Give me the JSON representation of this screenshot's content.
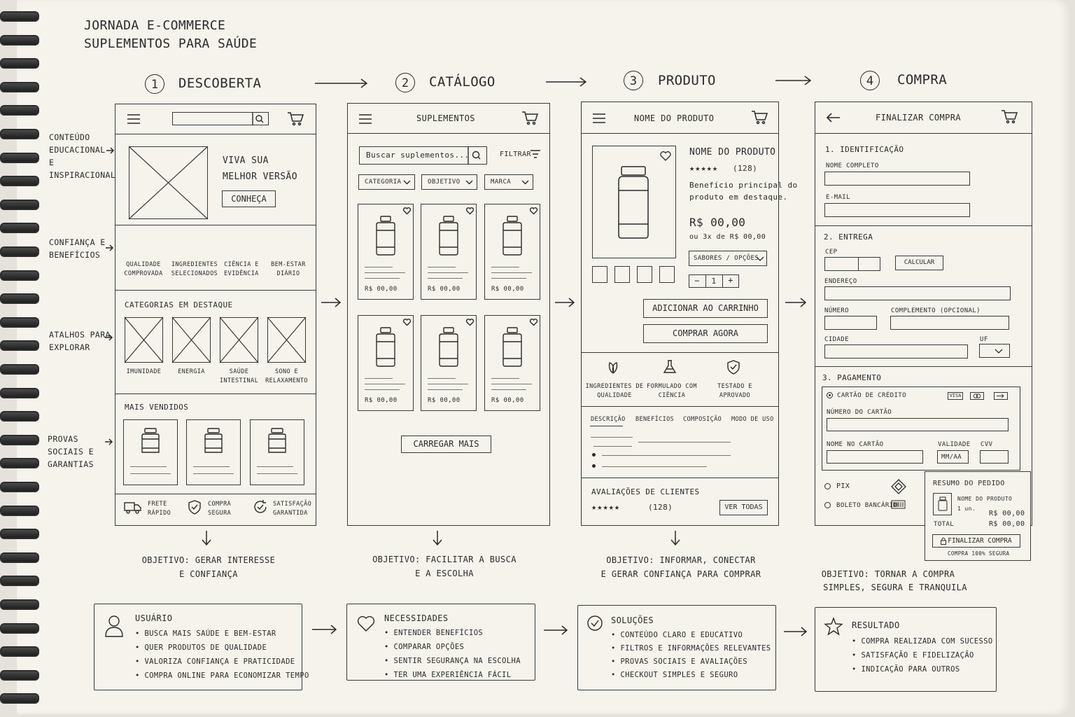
{
  "header": {
    "line1": "Jornada E-commerce",
    "line2": "Suplementos para Saúde"
  },
  "steps": [
    {
      "num": "1",
      "label": "Descoberta"
    },
    {
      "num": "2",
      "label": "Catálogo"
    },
    {
      "num": "3",
      "label": "Produto"
    },
    {
      "num": "4",
      "label": "Compra"
    }
  ],
  "notes": [
    "Conteúdo educacional e inspiracional",
    "Confiança e benefícios",
    "Atalhos para explorar",
    "Provas sociais e garantias"
  ],
  "screen1": {
    "hero_title": "Viva sua melhor versão",
    "hero_button": "Conheça",
    "benefits": [
      "Qualidade comprovada",
      "Ingredientes selecionados",
      "Ciência e evidência",
      "Bem-estar diário"
    ],
    "categories_title": "Categorias em destaque",
    "categories": [
      "Imunidade",
      "Energia",
      "Saúde intestinal",
      "Sono e relaxamento"
    ],
    "bestsellers_title": "Mais vendidos",
    "footer": [
      "Frete rápido",
      "Compra segura",
      "Satisfação garantida"
    ]
  },
  "screen2": {
    "header_title": "Suplementos",
    "search_placeholder": "Buscar suplementos...",
    "filter_label": "Filtrar",
    "filters": [
      "Categoria",
      "Objetivo",
      "Marca"
    ],
    "price": "R$ 00,00",
    "load_more": "Carregar mais"
  },
  "screen3": {
    "header_title": "Nome do produto",
    "product_name": "Nome do produto",
    "rating_stars": "★★★★★",
    "rating_count": "(128)",
    "description": [
      "Benefício principal do",
      "produto em destaque."
    ],
    "price": "R$ 00,00",
    "installments": "ou 3x de R$ 00,00",
    "flavors": "Sabores / opções",
    "qty_minus": "−",
    "qty": "1",
    "qty_plus": "+",
    "add_to_cart": "Adicionar ao carrinho",
    "buy_now": "Comprar agora",
    "features": [
      "Ingredientes de qualidade",
      "Formulado com ciência",
      "Testado e aprovado"
    ],
    "tabs": [
      "Descrição",
      "Benefícios",
      "Composição",
      "Modo de uso"
    ],
    "reviews_title": "Avaliações de clientes",
    "reviews_stars": "★★★★★",
    "reviews_count": "(128)",
    "see_all": "Ver todas"
  },
  "screen4": {
    "header_title": "Finalizar compra",
    "sec1": "1. Identificação",
    "full_name": "Nome completo",
    "email": "E-mail",
    "sec2": "2. Entrega",
    "cep": "CEP",
    "calculate": "Calcular",
    "address": "Endereço",
    "number": "Número",
    "complement": "Complemento (opcional)",
    "city": "Cidade",
    "uf": "UF",
    "sec3": "3. Pagamento",
    "credit_card": "Cartão de crédito",
    "visa": "VISA",
    "card_number": "Número do cartão",
    "card_name": "Nome no cartão",
    "validity": "Validade",
    "validity_ph": "MM/AA",
    "cvv": "CVV",
    "pix": "Pix",
    "boleto": "Boleto bancário",
    "summary_title": "Resumo do pedido",
    "summary_item": "Nome do produto",
    "summary_qty": "1 un.",
    "summary_price": "R$ 00,00",
    "total_label": "Total",
    "total_value": "R$ 00,00",
    "finish_button": "Finalizar compra",
    "secure_note": "Compra 100% segura"
  },
  "objectives": [
    [
      "Objetivo: gerar interesse",
      "e confiança"
    ],
    [
      "Objetivo: facilitar a busca",
      "e a escolha"
    ],
    [
      "Objetivo: informar, conectar",
      "e gerar confiança para comprar"
    ],
    [
      "Objetivo: tornar a compra",
      "simples, segura e tranquila"
    ]
  ],
  "cards": [
    {
      "title": "Usuário",
      "items": [
        "Busca mais saúde e bem-estar",
        "Quer produtos de qualidade",
        "Valoriza confiança e praticidade",
        "Compra online para economizar tempo"
      ]
    },
    {
      "title": "Necessidades",
      "items": [
        "Entender benefícios",
        "Comparar opções",
        "Sentir segurança na escolha",
        "Ter uma experiência fácil"
      ]
    },
    {
      "title": "Soluções",
      "items": [
        "Conteúdo claro e educativo",
        "Filtros e informações relevantes",
        "Provas sociais e avaliações",
        "Checkout simples e seguro"
      ]
    },
    {
      "title": "Resultado",
      "items": [
        "Compra realizada com sucesso",
        "Satisfação e fidelização",
        "Indicação para outros"
      ]
    }
  ]
}
